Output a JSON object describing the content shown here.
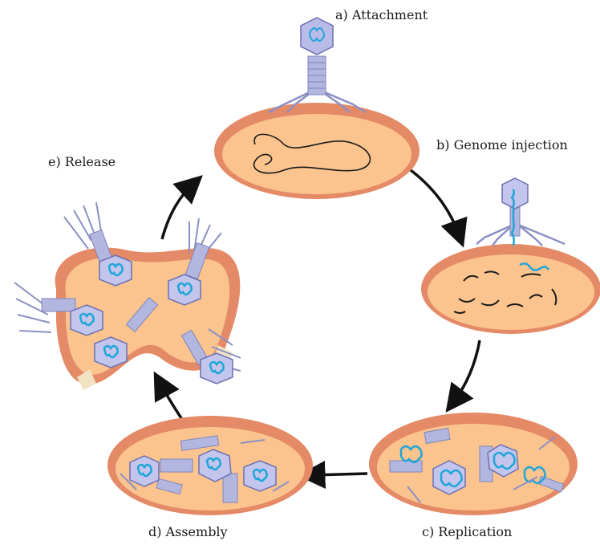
{
  "stages": {
    "attachment": "a) Attachment",
    "injection": "b) Genome injection",
    "replication": "c) Replication",
    "assembly": "d) Assembly",
    "release": "e) Release"
  },
  "colors": {
    "membrane": "#e07d5c",
    "cytoplasm": "#fbc48e",
    "capsid": "#a9a9dd",
    "tail": "#9ea3cf",
    "genome": "#1fa6d8",
    "dna": "#1a1a1a",
    "arrow": "#111111"
  }
}
